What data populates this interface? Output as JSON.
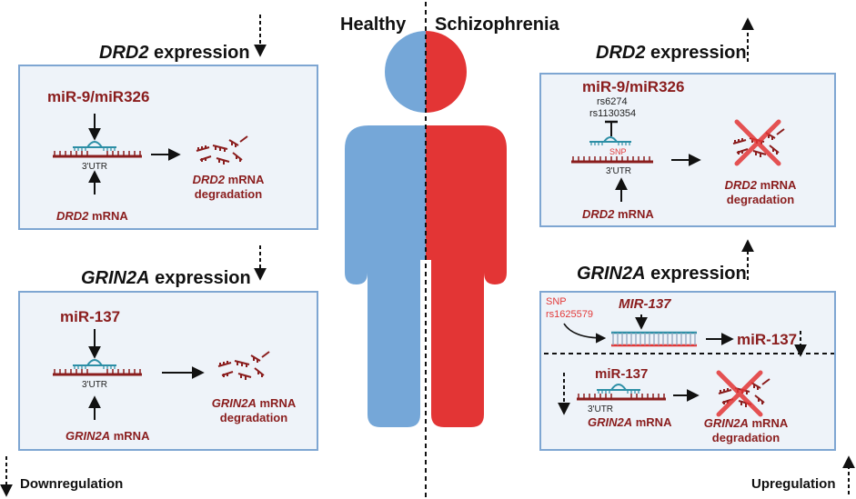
{
  "figure": {
    "label_healthy": "Healthy",
    "label_schizophrenia": "Schizophrenia",
    "legend_down": "Downregulation",
    "legend_up": "Upregulation"
  },
  "healthy": {
    "drd2": {
      "heading_gene": "DRD2",
      "heading_rest": " expression",
      "mirna": "miR-9/miR326",
      "utr": "3'UTR",
      "mrna_gene": "DRD2",
      "mrna_rest": " mRNA",
      "result_gene": "DRD2",
      "result_line1_rest": " mRNA",
      "result_line2": "degradation"
    },
    "grin2a": {
      "heading_gene": "GRIN2A",
      "heading_rest": " expression",
      "mirna": "miR-137",
      "utr": "3'UTR",
      "mrna_gene": "GRIN2A",
      "mrna_rest": " mRNA",
      "result_gene": "GRIN2A",
      "result_line1_rest": " mRNA",
      "result_line2": "degradation"
    }
  },
  "schizophrenia": {
    "drd2": {
      "heading_gene": "DRD2",
      "heading_rest": " expression",
      "mirna": "miR-9/miR326",
      "snp1": "rs6274",
      "snp2": "rs1130354",
      "snp_tag": "SNP",
      "utr": "3'UTR",
      "mrna_gene": "DRD2",
      "mrna_rest": " mRNA",
      "result_gene": "DRD2",
      "result_line1_rest": " mRNA",
      "result_line2": "degradation"
    },
    "grin2a": {
      "heading_gene": "GRIN2A",
      "heading_rest": " expression",
      "snp_label": "SNP",
      "snp_id": "rs1625579",
      "mir_gene": "MIR-137",
      "mirna_product": "miR-137",
      "mirna": "miR-137",
      "utr": "3'UTR",
      "mrna_gene": "GRIN2A",
      "mrna_rest": " mRNA",
      "result_gene": "GRIN2A",
      "result_line1_rest": " mRNA",
      "result_line2": "degradation"
    }
  },
  "colors": {
    "healthy_blue": "#75a7d8",
    "schizo_red": "#e33535",
    "panel_fill": "#eef3f9",
    "panel_border": "#7ea6d2",
    "rna_red": "#8a1d1d",
    "mirna_teal": "#2d8fa6"
  }
}
